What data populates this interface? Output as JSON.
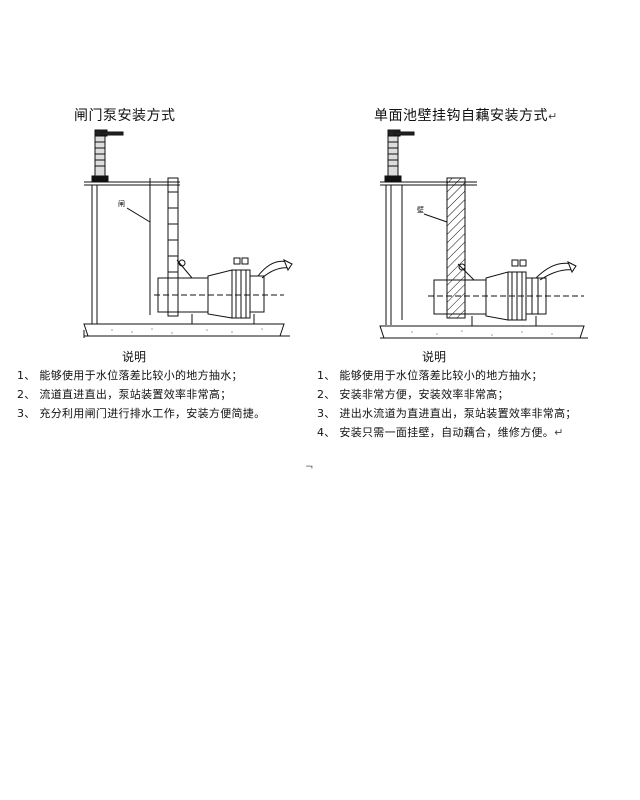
{
  "left_panel": {
    "title": "闸门泵安装方式",
    "label": "说明",
    "notes": [
      "1、 能够使用于水位落差比较小的地方抽水；",
      "2、 流道直进直出，泵站装置效率非常高；",
      "3、 充分利用闸门进行排水工作，安装方便简捷。"
    ],
    "callout": "闸"
  },
  "right_panel": {
    "title": "单面池壁挂钩自藕安装方式",
    "title_mark": "↵",
    "label": "说明",
    "notes": [
      "1、 能够使用于水位落差比较小的地方抽水；",
      "2、 安装非常方便，安装效率非常高；",
      "3、 进出水流道为直进直出，泵站装置效率非常高；",
      "4、 安装只需一面挂壁，自动藕合，维修方便。"
    ],
    "note_end_mark": "↵",
    "callout": "壁"
  },
  "stray_mark": "¬"
}
